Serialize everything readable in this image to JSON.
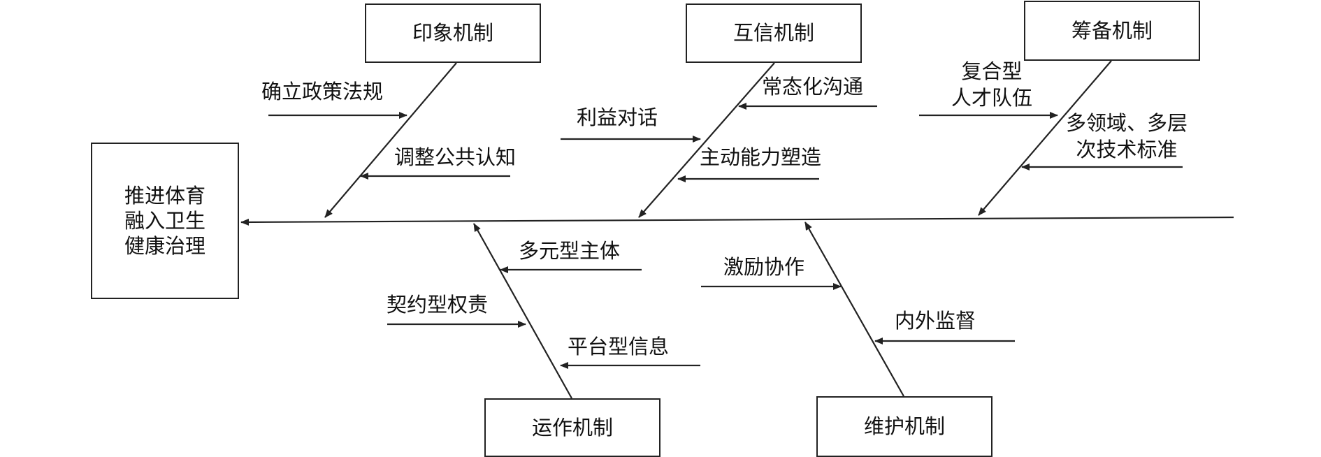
{
  "effect": [
    "推进体育",
    "融入卫生",
    "健康治理"
  ],
  "mechanisms": {
    "impression": "印象机制",
    "mutual_trust": "互信机制",
    "preparation": "筹备机制",
    "operation": "运作机制",
    "maintenance": "维护机制"
  },
  "causes": {
    "impression": [
      "确立政策法规",
      "调整公共认知"
    ],
    "mutual_trust": [
      "常态化沟通",
      "利益对话",
      "主动能力塑造"
    ],
    "preparation": [
      [
        "复合型",
        "人才队伍"
      ],
      [
        "多领域、多层",
        "次技术标准"
      ]
    ],
    "operation": [
      "多元型主体",
      "契约型权责",
      "平台型信息"
    ],
    "maintenance": [
      "激励协作",
      "内外监督"
    ]
  }
}
